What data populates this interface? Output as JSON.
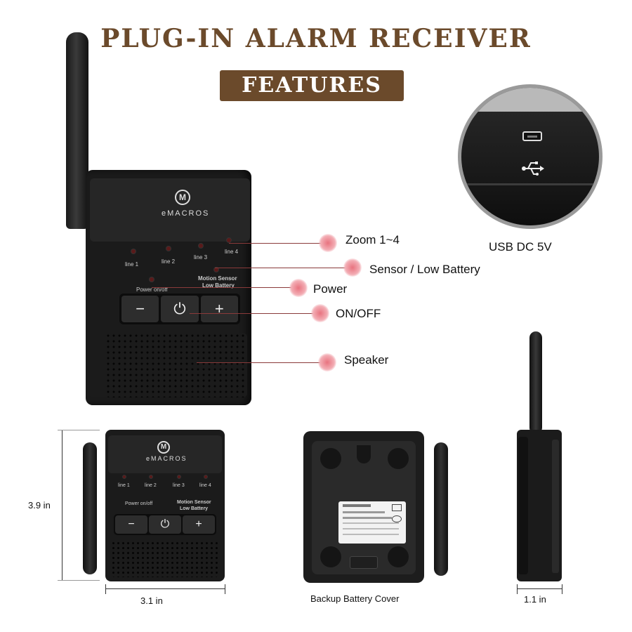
{
  "header": {
    "title": "PLUG-IN ALARM RECEIVER",
    "badge": "FEATURES"
  },
  "usb": {
    "label": "USB DC 5V",
    "icon": "usb-icon"
  },
  "device": {
    "brand": "eMACROS",
    "logo_letter": "M",
    "leds": [
      "line 1",
      "line 2",
      "line 3",
      "line 4"
    ],
    "power_label": "Power on/off",
    "motion_label_1": "Motion  Sensor",
    "motion_label_2": "Low Battery",
    "buttons": {
      "minus": "−",
      "power": "⏻",
      "plus": "+"
    }
  },
  "callouts": [
    {
      "text": "Zoom 1~4"
    },
    {
      "text": "Sensor / Low Battery"
    },
    {
      "text": "Power"
    },
    {
      "text": "ON/OFF"
    },
    {
      "text": "Speaker"
    }
  ],
  "dimensions": {
    "height": "3.9 in",
    "width": "3.1 in",
    "depth": "1.1 in"
  },
  "captions": {
    "back": "Backup Battery Cover"
  },
  "colors": {
    "brand_brown": "#6b4a2b",
    "callout_dot": "#e8737f",
    "device_black": "#1b1b1b"
  }
}
